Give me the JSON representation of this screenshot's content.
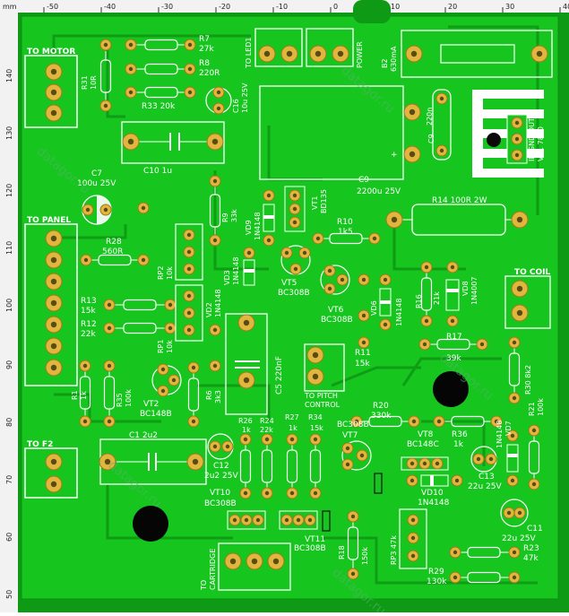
{
  "rulers": {
    "unit": "mm",
    "top_ticks": [
      "-50",
      "-40",
      "-30",
      "-20",
      "-10",
      "0",
      "10",
      "20",
      "30",
      "40"
    ],
    "left_ticks": [
      "140",
      "130",
      "120",
      "110",
      "100",
      "90",
      "80",
      "70",
      "60",
      "50"
    ]
  },
  "connectors": {
    "motor": "TO MOTOR",
    "panel": "TO PANEL",
    "f2": "TO F2",
    "led1": "TO LED1",
    "power": "POWER",
    "coil": "TO COIL",
    "pitch1": "TO PITCH",
    "pitch2": "CONTROL",
    "cart1": "TO",
    "cart2": "CARTRIDGE"
  },
  "components": {
    "r31a": "R31",
    "r31b": "10R",
    "r7a": "R7",
    "r7b": "27k",
    "r8a": "R8",
    "r8b": "220R",
    "r33": "R33 20k",
    "c16a": "C16",
    "c16b": "10u 25V",
    "b2a": "B2",
    "b2b": "630mA",
    "c9a_v": "C9",
    "c9b_v": "220n",
    "vr1a": "VR1 7810",
    "vr1pins": "IN  GND  OUT",
    "c7a": "C7",
    "c7b": "100u 25V",
    "c10": "C10  1u",
    "c9big_a": "C9",
    "c9big_b": "2200u 25V",
    "r9a": "R9",
    "r9b": "33k",
    "vd9a": "VD9",
    "vd9b": "1N4148",
    "vt1a": "VT1",
    "vt1b": "BD135",
    "r10a": "R10",
    "r10b": "1k5",
    "r14": "R14  100R 2W",
    "r28a": "R28",
    "r28b": "560R",
    "rp2a": "RP2",
    "rp2b": "10k",
    "vd3a": "VD3",
    "vd3b": "1N4148",
    "vt5a": "VT5",
    "vt5b": "BC308B",
    "vt6a": "VT6",
    "vt6b": "BC308B",
    "vd6a": "VD6",
    "vd6b": "1N4148",
    "r16a": "R16",
    "r16b": "21k",
    "vd8a": "VD8",
    "vd8b": "1N4007",
    "r13a": "R13",
    "r13b": "15k",
    "r12a": "R12",
    "r12b": "22k",
    "vd2a": "VD2",
    "vd2b": "1N4148",
    "rp1a": "RP1",
    "rp1b": "10k",
    "r11a": "R11",
    "r11b": "15k",
    "r17a": "R17",
    "r17b": "39k",
    "r30": "R30 8k2",
    "r1a": "R1",
    "r1b": "1k",
    "r35a": "R35",
    "r35b": "100k",
    "vt2a": "VT2",
    "vt2b": "BC148B",
    "r6a": "R6",
    "r6b": "3k3",
    "c5": "C5  220nF",
    "r20a": "R20",
    "r20b": "330k",
    "vt7a": "BC308B",
    "vt7b": "VT7",
    "vt8a": "VT8",
    "vt8b": "BC148C",
    "r36a": "R36",
    "r36b": "1k",
    "vd7a": "1N4148",
    "vd7b": "VD7",
    "r21a": "R21",
    "r21b": "100k",
    "c1": "C1  2u2",
    "c12a": "C12",
    "c12b": "2u2 25V",
    "r26a": "R26",
    "r26b": "1k",
    "r24a": "R24",
    "r24b": "22k",
    "r27a": "R27",
    "r27b": "1k",
    "r34a": "R34",
    "r34b": "15k",
    "c13a": "C13",
    "c13b": "22u 25V",
    "vd10a": "VD10",
    "vd10b": "1N4148",
    "vt10a": "VT10",
    "vt10b": "BC308B",
    "vt11a": "VT11",
    "vt11b": "BC308B",
    "r18a": "R18",
    "r18b": "150k",
    "rp3": "RP3  47k",
    "c11a": "C11",
    "c11b": "22u 25V",
    "r23a": "R23",
    "r23b": "47k",
    "r29a": "R29",
    "r29b": "130k"
  },
  "watermark": "datagor.ru",
  "colors": {
    "board": "#15c21d",
    "trace": "#0f9a14",
    "pad": "#d8b23a",
    "outline": "#ffffff"
  }
}
